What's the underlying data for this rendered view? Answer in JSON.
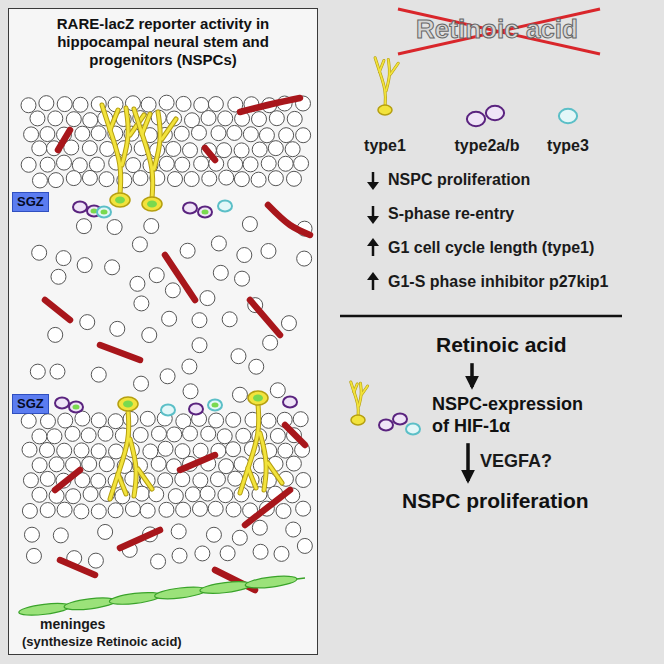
{
  "diagram": {
    "nodes": [
      {
        "text": [
          "RARE-lacZ reporter activity in hippocampal neural stem and progenitors (NSPCs)"
        ]
      },
      {
        "text": [
          "SGZ"
        ],
        "in": 0
      },
      {
        "text": [
          "SGZ"
        ],
        "in": 0
      },
      {
        "text": [
          "Retinoic acid"
        ]
      },
      {
        "text": [
          "NSPC-expression of HIF-1α"
        ]
      },
      {
        "text": [
          "NSPC proliferation"
        ]
      }
    ],
    "edges": [
      {
        "from": 3,
        "to": 4,
        "arrow": "to"
      },
      {
        "from": 4,
        "to": 5,
        "label": "VEGFA?",
        "arrow": "to"
      }
    ],
    "labels": [
      "Retinoic acid",
      "type1",
      "type2a/b",
      "type3",
      "NSPC proliferation",
      "S-phase re-entry",
      "G1 cell cycle length (type1)",
      "G1-S phase inhibitor p27kip1",
      "meninges",
      "(synthesize Retinoic acid)"
    ]
  }
}
